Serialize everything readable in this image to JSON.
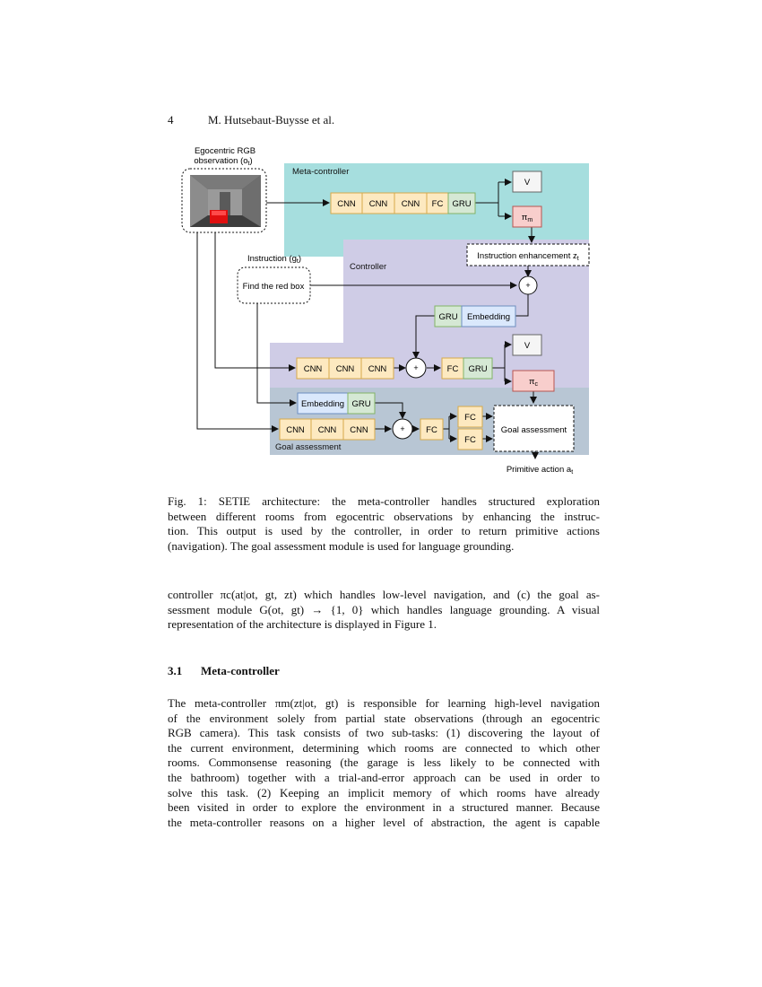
{
  "header": {
    "page_number": "4",
    "authors": "M. Hutsebaut-Buysse et al."
  },
  "figure": {
    "observation_label_line1": "Egocentric RGB",
    "observation_label_line2": "observation (o",
    "observation_sub": "t",
    "instruction_label": "Instruction (g",
    "instruction_sub": "t",
    "instruction_text": "Find the red box",
    "meta_controller_label": "Meta-controller",
    "controller_label": "Controller",
    "goal_assessment_region_label": "Goal assessment",
    "cnn": "CNN",
    "fc": "FC",
    "gru": "GRU",
    "embedding": "Embedding",
    "value": "V",
    "pi": "π",
    "pi_m_sub": "m",
    "pi_c_sub": "c",
    "plus": "+",
    "instruction_enhancement": "Instruction enhancement z",
    "instruction_enhancement_sub": "t",
    "goal_assessment_box": "Goal assessment",
    "primitive_action": "Primitive action a",
    "primitive_action_sub": "t",
    "colors": {
      "meta_bg": "#a6dede",
      "controller_bg": "#cfcce6",
      "goal_bg": "#b8c6d4",
      "cnn_fill": "#fde9c0",
      "cnn_stroke": "#d6a94a",
      "gru_fill": "#d5e8d4",
      "gru_stroke": "#82b366",
      "emb_fill": "#dae8fc",
      "emb_stroke": "#6c8ebf",
      "pi_fill": "#f8cecc",
      "pi_stroke": "#b85450"
    }
  },
  "caption": {
    "lines": [
      "Fig. 1: SETIE architecture: the meta-controller handles structured exploration",
      "between different rooms from egocentric observations by enhancing the instruc-",
      "tion. This output is used by the controller, in order to return primitive actions",
      "(navigation). The goal assessment module is used for language grounding."
    ]
  },
  "body": {
    "intro_lines": [
      "controller πc(at|ot, gt, zt) which handles low-level navigation, and (c) the goal as-",
      "sessment module G(ot, gt) → {1, 0} which handles language grounding. A visual",
      "representation of the architecture is displayed in Figure 1."
    ],
    "section_number": "3.1",
    "section_title": "Meta-controller",
    "section_lines": [
      "The meta-controller πm(zt|ot, gt) is responsible for learning high-level navigation",
      "of the environment solely from partial state observations (through an egocentric",
      "RGB camera). This task consists of two sub-tasks: (1) discovering the layout of",
      "the current environment, determining which rooms are connected to which other",
      "rooms. Commonsense reasoning (the garage is less likely to be connected with",
      "the bathroom) together with a trial-and-error approach can be used in order to",
      "solve this task. (2) Keeping an implicit memory of which rooms have already",
      "been visited in order to explore the environment in a structured manner. Because",
      "the meta-controller reasons on a higher level of abstraction, the agent is capable"
    ]
  }
}
